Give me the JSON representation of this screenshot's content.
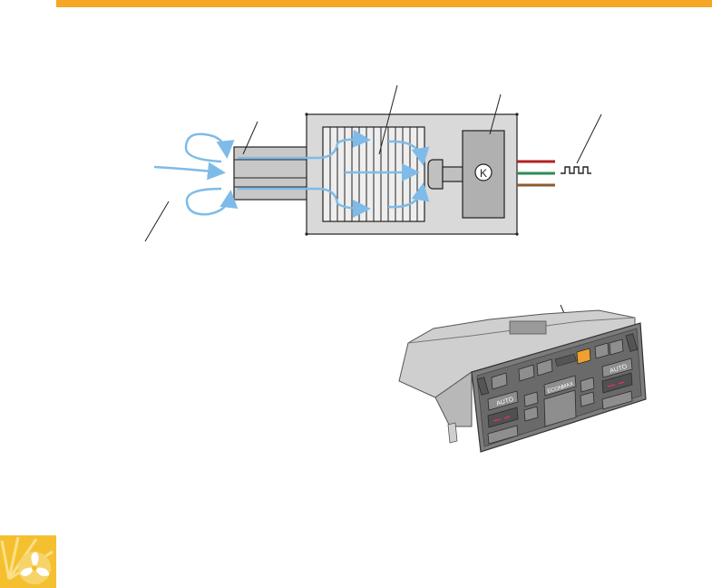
{
  "colors": {
    "accent_bar": "#f5a623",
    "housing_gray": "#d9d9d9",
    "duct_gray": "#c8c8c8",
    "airflow_blue": "#7fbbe8",
    "wire_red": "#b22222",
    "wire_green": "#2e8b57",
    "wire_brown": "#8b5a2b",
    "highlight_button": "#f0a030",
    "display_pink": "#e0307a",
    "logo_yellow": "#f5c030"
  },
  "diagram": {
    "motor_symbol": "K"
  },
  "control_panel": {
    "auto_left": "AUTO",
    "auto_right": "AUTO",
    "button_labels": [
      "ECON",
      "MAX"
    ]
  },
  "icons": {
    "logo": "fan-sun-icon",
    "output_signal": "square-wave-icon"
  }
}
